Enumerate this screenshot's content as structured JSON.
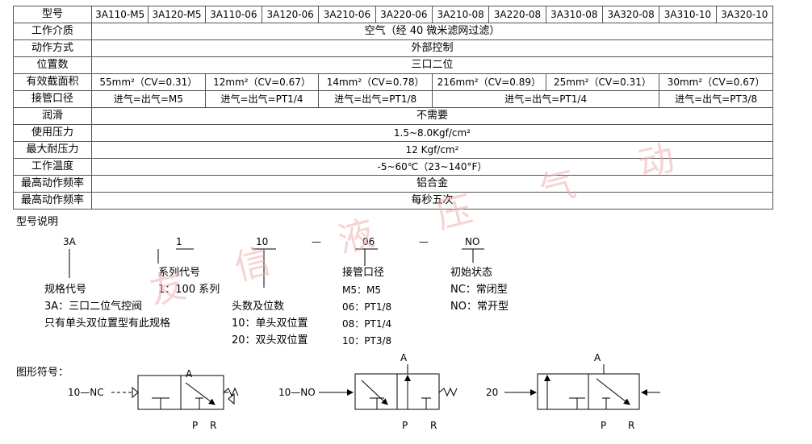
{
  "table": {
    "model_label": "型号",
    "models": [
      "3A110-M5",
      "3A120-M5",
      "3A110-06",
      "3A120-06",
      "3A210-06",
      "3A220-06",
      "3A210-08",
      "3A220-08",
      "3A310-08",
      "3A320-08",
      "3A310-10",
      "3A320-10"
    ],
    "medium_label": "工作介质",
    "medium_value": "空气（经 40 微米滤网过滤）",
    "action_label": "动作方式",
    "action_value": "外部控制",
    "positions_label": "位置数",
    "positions_value": "三口二位",
    "area_label": "有效截面积",
    "area_values": [
      "55mm²（CV=0.31）",
      "12mm²（CV=0.67）",
      "14mm²（CV=0.78）",
      "216mm²（CV=0.89）",
      "25mm²（CV=0.31）",
      "30mm²（CV=0.67）"
    ],
    "port_label": "接管口径",
    "port_values": [
      "进气=出气=M5",
      "进气=出气=PT1/4",
      "进气=出气=PT1/8",
      "进气=出气=PT1/4",
      "进气=出气=PT3/8"
    ],
    "lube_label": "润滑",
    "lube_value": "不需要",
    "pressure_label": "使用压力",
    "pressure_value": "1.5~8.0Kgf/cm²",
    "max_pressure_label": "最大耐压力",
    "max_pressure_value": "12 Kgf/cm²",
    "temp_label": "工作温度",
    "temp_value": "-5~60℃（23~140°F）",
    "freq1_label": "最高动作频率",
    "freq1_value": "铝合金",
    "freq2_label": "最高动作频率",
    "freq2_value": "每秒五次"
  },
  "model_desc": {
    "title": "型号说明",
    "codes": {
      "c1": "3A",
      "c2": "1",
      "c3": "10",
      "dash1": "—",
      "c4": "06",
      "dash2": "—",
      "c5": "NO"
    },
    "spec_code": {
      "title": "规格代号",
      "line1": "3A：三口二位气控阀",
      "line2": "只有单头双位置型有此规格"
    },
    "series_code": {
      "title": "系列代号",
      "line1": "1：100 系列"
    },
    "heads": {
      "title": "头数及位数",
      "line1": "10：单头双位置",
      "line2": "20：双头双位置"
    },
    "port": {
      "title": "接管口径",
      "line1": "M5：M5",
      "line2": "06：PT1/8",
      "line3": "08：PT1/4",
      "line4": "10：PT3/8"
    },
    "initial": {
      "title": "初始状态",
      "line1": "NC：常闭型",
      "line2": "NO：常开型"
    }
  },
  "symbols": {
    "title": "图形符号：",
    "nc_label": "10—NC",
    "no_label": "10—NO",
    "dc_label": "20",
    "port_a": "A",
    "port_p": "P",
    "port_r": "R"
  },
  "watermark": {
    "c1": "友",
    "c2": "信",
    "c3": "液",
    "c4": "压",
    "c5": "气",
    "c6": "动"
  },
  "colors": {
    "line": "#000000",
    "grid": "#555555",
    "watermark": "#f0b0b0"
  }
}
